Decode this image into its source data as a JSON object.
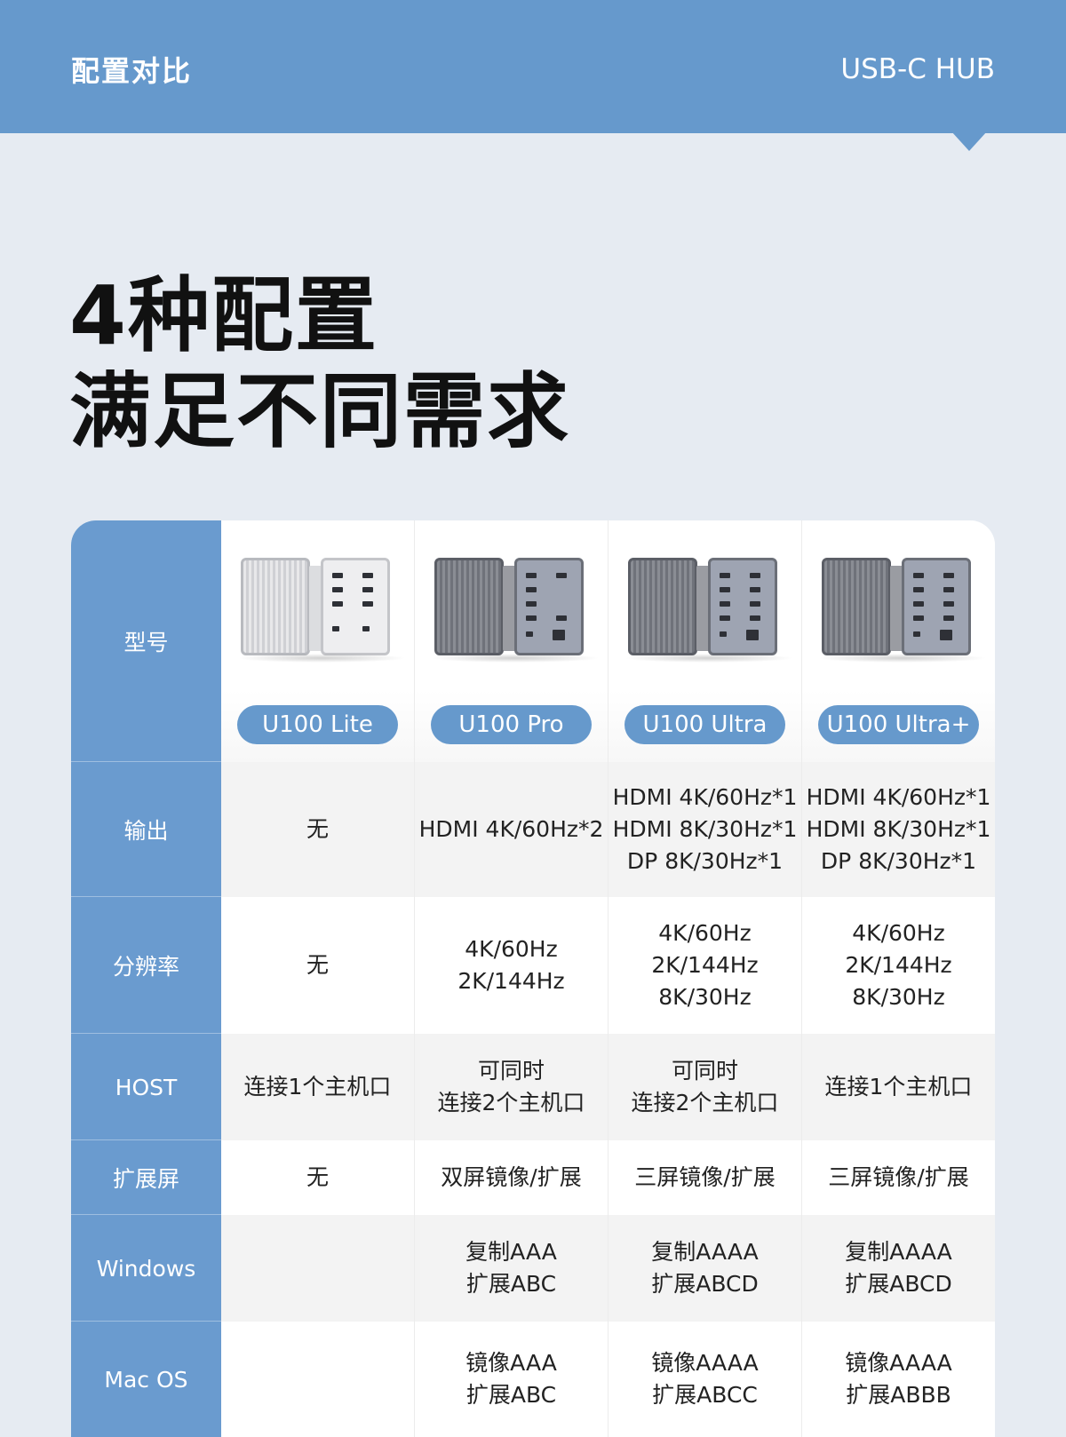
{
  "header": {
    "left_title": "配置对比",
    "right_title": "USB-C HUB"
  },
  "headline": {
    "line1": "4种配置",
    "line2": "满足不同需求"
  },
  "table": {
    "model_label": "型号",
    "models": [
      "U100 Lite",
      "U100 Pro",
      "U100 Ultra",
      "U100 Ultra+"
    ],
    "rows": [
      {
        "label": "输出",
        "cells": [
          "无",
          "HDMI 4K/60Hz*2",
          "HDMI 4K/60Hz*1\nHDMI 8K/30Hz*1\nDP 8K/30Hz*1",
          "HDMI 4K/60Hz*1\nHDMI 8K/30Hz*1\nDP 8K/30Hz*1"
        ]
      },
      {
        "label": "分辨率",
        "cells": [
          "无",
          "4K/60Hz\n2K/144Hz",
          "4K/60Hz\n2K/144Hz\n8K/30Hz",
          "4K/60Hz\n2K/144Hz\n8K/30Hz"
        ]
      },
      {
        "label": "HOST",
        "cells": [
          "连接1个主机口",
          "可同时\n连接2个主机口",
          "可同时\n连接2个主机口",
          "连接1个主机口"
        ]
      },
      {
        "label": "扩展屏",
        "cells": [
          "无",
          "双屏镜像/扩展",
          "三屏镜像/扩展",
          "三屏镜像/扩展"
        ]
      },
      {
        "label": "Windows",
        "cells": [
          "",
          "复制AAA\n扩展ABC",
          "复制AAAA\n扩展ABCD",
          "复制AAAA\n扩展ABCD"
        ]
      },
      {
        "label": "Mac OS",
        "cells": [
          "",
          "镜像AAA\n扩展ABC",
          "镜像AAAA\n扩展ABCC",
          "镜像AAAA\n扩展ABBB"
        ]
      }
    ]
  },
  "icons": {
    "device_images": [
      "hub-lite-silver",
      "hub-pro-gray",
      "hub-ultra-gray",
      "hub-ultra-plus-gray"
    ]
  },
  "colors": {
    "accent": "#6699cc",
    "background": "#e6ebf2",
    "label_column": "#6a9bcf"
  }
}
